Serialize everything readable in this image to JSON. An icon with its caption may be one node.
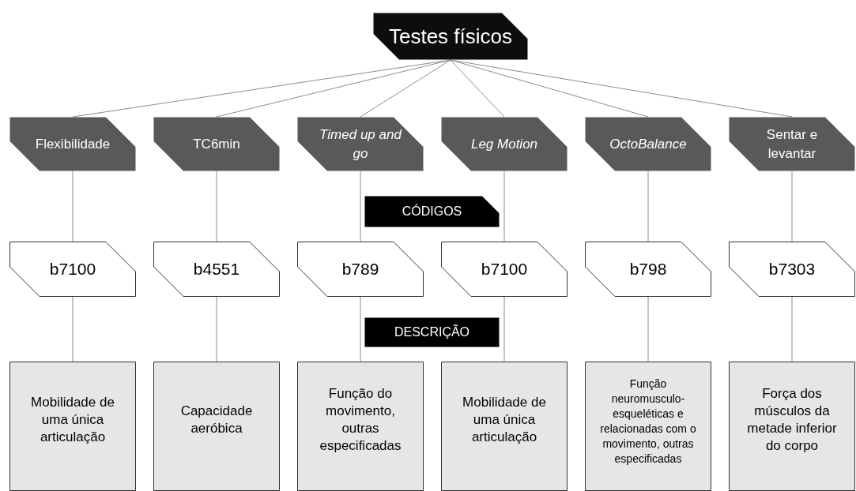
{
  "diagram": {
    "nodes": [
      {
        "text": [
          "Testes físicos"
        ]
      },
      {
        "text": [
          "Flexibilidade"
        ]
      },
      {
        "text": [
          "TC6min"
        ]
      },
      {
        "text": [
          "Timed up and go"
        ]
      },
      {
        "text": [
          "Leg Motion"
        ]
      },
      {
        "text": [
          "OctoBalance"
        ]
      },
      {
        "text": [
          "Sentar e levantar"
        ]
      },
      {
        "text": [
          "CÓDIGOS"
        ]
      },
      {
        "text": [
          "b7100"
        ]
      },
      {
        "text": [
          "b4551"
        ]
      },
      {
        "text": [
          "b789"
        ]
      },
      {
        "text": [
          "b7100"
        ]
      },
      {
        "text": [
          "b798"
        ]
      },
      {
        "text": [
          "b7303"
        ]
      },
      {
        "text": [
          "DESCRIÇÃO"
        ]
      },
      {
        "text": [
          "Mobilidade de uma única articulação"
        ]
      },
      {
        "text": [
          "Capacidade aeróbica"
        ]
      },
      {
        "text": [
          "Função do movimento, outras especificadas"
        ]
      },
      {
        "text": [
          "Mobilidade de uma única articulação"
        ]
      },
      {
        "text": [
          "Função neuromusculo-esqueléticas e relacionadas com o movimento, outras especificadas"
        ]
      },
      {
        "text": [
          "Força dos músculos da metade inferior do corpo"
        ]
      }
    ],
    "edges": [
      {
        "from": 0,
        "to": 1,
        "arrow": "none"
      },
      {
        "from": 0,
        "to": 2,
        "arrow": "none"
      },
      {
        "from": 0,
        "to": 3,
        "arrow": "none"
      },
      {
        "from": 0,
        "to": 4,
        "arrow": "none"
      },
      {
        "from": 0,
        "to": 5,
        "arrow": "none"
      },
      {
        "from": 0,
        "to": 6,
        "arrow": "none"
      },
      {
        "from": 1,
        "to": 8,
        "arrow": "none"
      },
      {
        "from": 2,
        "to": 9,
        "arrow": "none"
      },
      {
        "from": 3,
        "to": 10,
        "arrow": "none"
      },
      {
        "from": 4,
        "to": 11,
        "arrow": "none"
      },
      {
        "from": 5,
        "to": 12,
        "arrow": "none"
      },
      {
        "from": 6,
        "to": 13,
        "arrow": "none"
      },
      {
        "from": 8,
        "to": 15,
        "arrow": "none"
      },
      {
        "from": 9,
        "to": 16,
        "arrow": "none"
      },
      {
        "from": 10,
        "to": 17,
        "arrow": "none"
      },
      {
        "from": 11,
        "to": 18,
        "arrow": "none"
      },
      {
        "from": 12,
        "to": 19,
        "arrow": "none"
      },
      {
        "from": 13,
        "to": 20,
        "arrow": "none"
      }
    ]
  }
}
